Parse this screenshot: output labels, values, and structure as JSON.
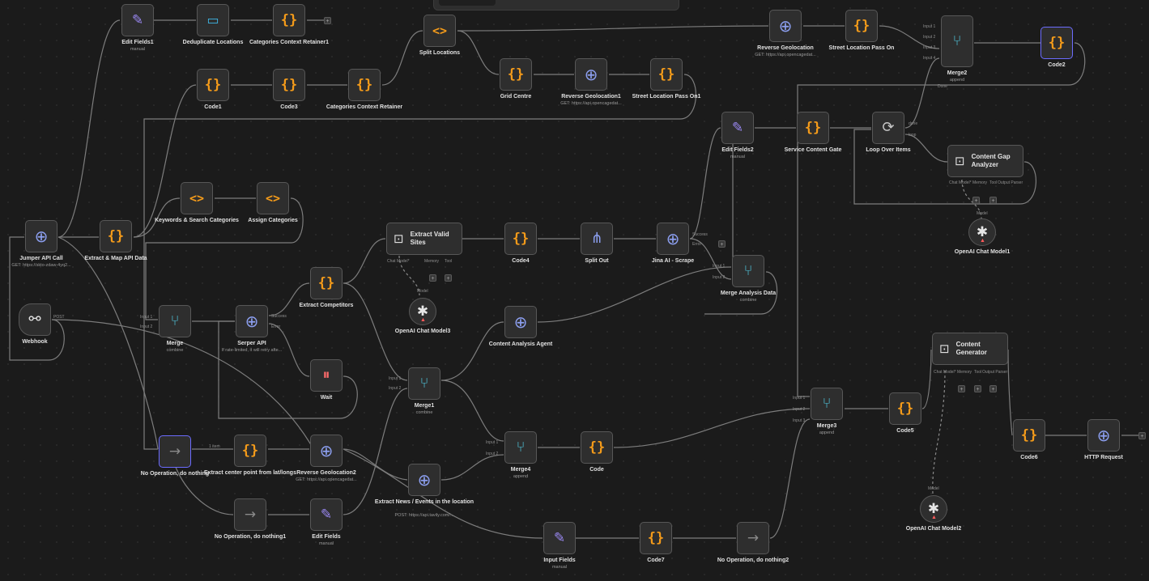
{
  "nodes": [
    {
      "id": "edit_fields1",
      "label": "Edit Fields1",
      "sub": "manual",
      "icon": "pencil-icon"
    },
    {
      "id": "dedup_locations",
      "label": "Deduplicate Locations",
      "icon": "deduplicate-icon"
    },
    {
      "id": "cat_ctx_retainer1",
      "label": "Categories Context Retainer1",
      "icon": "code-braces-icon"
    },
    {
      "id": "split_locations",
      "label": "Split Locations",
      "icon": "code-brackets-icon"
    },
    {
      "id": "reverse_geo",
      "label": "Reverse Geolocation",
      "sub": "GET: https://api.opencagedat...",
      "icon": "globe-icon"
    },
    {
      "id": "street_pass",
      "label": "Street Location Pass On",
      "icon": "code-braces-icon"
    },
    {
      "id": "merge2",
      "label": "Merge2",
      "sub": "append",
      "icon": "merge-icon"
    },
    {
      "id": "code2",
      "label": "Code2",
      "icon": "code-braces-icon"
    },
    {
      "id": "code1",
      "label": "Code1",
      "icon": "code-braces-icon"
    },
    {
      "id": "code3",
      "label": "Code3",
      "icon": "code-braces-icon"
    },
    {
      "id": "cat_ctx_retainer",
      "label": "Categories Context Retainer",
      "icon": "code-braces-icon"
    },
    {
      "id": "grid_centre",
      "label": "Grid Centre",
      "icon": "code-braces-icon"
    },
    {
      "id": "reverse_geo1",
      "label": "Reverse Geolocation1",
      "sub": "GET: https://api.opencagedat...",
      "icon": "globe-icon"
    },
    {
      "id": "street_pass1",
      "label": "Street Location Pass On1",
      "icon": "code-braces-icon"
    },
    {
      "id": "edit_fields2",
      "label": "Edit Fields2",
      "sub": "manual",
      "icon": "pencil-icon"
    },
    {
      "id": "service_gate",
      "label": "Service Content Gate",
      "icon": "code-braces-icon"
    },
    {
      "id": "loop_items",
      "label": "Loop Over Items",
      "icon": "loop-icon"
    },
    {
      "id": "content_gap",
      "label": "Content Gap Analyzer",
      "icon": "robot-icon"
    },
    {
      "id": "openai1",
      "label": "OpenAI Chat Model1",
      "icon": "openai-icon"
    },
    {
      "id": "keywords",
      "label": "Keywords & Search Categories",
      "icon": "code-brackets-icon"
    },
    {
      "id": "assign_cat",
      "label": "Assign Categories",
      "icon": "code-brackets-icon"
    },
    {
      "id": "jumper",
      "label": "Jumper API Call",
      "sub": "GET: https://skto-zdaw-4yq2...",
      "icon": "globe-icon"
    },
    {
      "id": "extract_map",
      "label": "Extract & Map API Data",
      "icon": "code-braces-icon"
    },
    {
      "id": "extract_valid",
      "label": "Extract Valid Sites",
      "icon": "robot-icon"
    },
    {
      "id": "code4",
      "label": "Code4",
      "icon": "code-braces-icon"
    },
    {
      "id": "split_out",
      "label": "Split Out",
      "icon": "split-icon"
    },
    {
      "id": "jina",
      "label": "Jina AI - Scrape",
      "icon": "globe-icon"
    },
    {
      "id": "merge_analysis",
      "label": "Merge Analysis Data",
      "sub": "combine",
      "icon": "merge-icon"
    },
    {
      "id": "openai3",
      "label": "OpenAI Chat Model3",
      "icon": "openai-icon"
    },
    {
      "id": "extract_comp",
      "label": "Extract Competitors",
      "icon": "code-braces-icon"
    },
    {
      "id": "webhook",
      "label": "Webhook",
      "icon": "webhook-icon"
    },
    {
      "id": "merge",
      "label": "Merge",
      "sub": "combine",
      "icon": "merge-icon"
    },
    {
      "id": "serper",
      "label": "Serper API",
      "sub": "If rate-limited, it will retry afte...",
      "icon": "globe-icon"
    },
    {
      "id": "content_agent",
      "label": "Content Analysis Agent",
      "icon": "globe-icon"
    },
    {
      "id": "wait",
      "label": "Wait",
      "icon": "pause-icon"
    },
    {
      "id": "content_gen",
      "label": "Content Generator",
      "icon": "robot-icon"
    },
    {
      "id": "merge1",
      "label": "Merge1",
      "sub": "combine",
      "icon": "merge-icon"
    },
    {
      "id": "merge3",
      "label": "Merge3",
      "sub": "append",
      "icon": "merge-icon"
    },
    {
      "id": "code5",
      "label": "Code5",
      "icon": "code-braces-icon"
    },
    {
      "id": "code6",
      "label": "Code6",
      "icon": "code-braces-icon"
    },
    {
      "id": "http",
      "label": "HTTP Request",
      "icon": "globe-icon"
    },
    {
      "id": "noop",
      "label": "No Operation, do nothing",
      "icon": "arrow-right-icon"
    },
    {
      "id": "extract_center",
      "label": "Extract center point from lat/longs",
      "icon": "code-braces-icon"
    },
    {
      "id": "reverse_geo2",
      "label": "Reverse Geolocation2",
      "sub": "GET: https://api.opencagedat...",
      "icon": "globe-icon"
    },
    {
      "id": "merge4",
      "label": "Merge4",
      "sub": "append",
      "icon": "merge-icon"
    },
    {
      "id": "code",
      "label": "Code",
      "icon": "code-braces-icon"
    },
    {
      "id": "extract_news",
      "label": "Extract News / Events in the location",
      "sub": "POST: https://api.tavily.com/...",
      "icon": "globe-icon"
    },
    {
      "id": "openai2",
      "label": "OpenAI Chat Model2",
      "icon": "openai-icon"
    },
    {
      "id": "noop1",
      "label": "No Operation, do nothing1",
      "icon": "arrow-right-icon"
    },
    {
      "id": "edit_fields",
      "label": "Edit Fields",
      "sub": "manual",
      "icon": "pencil-icon"
    },
    {
      "id": "input_fields",
      "label": "Input Fields",
      "sub": "manual",
      "icon": "pencil-icon"
    },
    {
      "id": "code7",
      "label": "Code7",
      "icon": "code-braces-icon"
    },
    {
      "id": "noop2",
      "label": "No Operation, do nothing2",
      "icon": "arrow-right-icon"
    }
  ],
  "tags": {
    "merge2_in": [
      "Input 1",
      "Input 2",
      "Input 3",
      "Input 4"
    ],
    "merge_in": [
      "Input 1",
      "Input 2"
    ],
    "merge1_in": [
      "Input 1",
      "Input 2"
    ],
    "merge3_in": [
      "Input 1",
      "Input 2",
      "Input 3"
    ],
    "merge4_in": [
      "Input 1",
      "Input 2"
    ],
    "merge_analysis_in": [
      "Input 1",
      "Input 2"
    ],
    "loop_done": "done",
    "loop_loop": "loop",
    "serper_success": "Success",
    "serper_error": "Error",
    "jina_success": "Success",
    "jina_error": "Error",
    "noop_items": "1 item",
    "webhook_post": "POST",
    "agent_chat_model": "Chat Model*",
    "agent_memory": "Memory",
    "agent_tool": "Tool",
    "agent_output_parser": "Output Parser",
    "model_label": "Model",
    "merge2_done": "Done"
  }
}
